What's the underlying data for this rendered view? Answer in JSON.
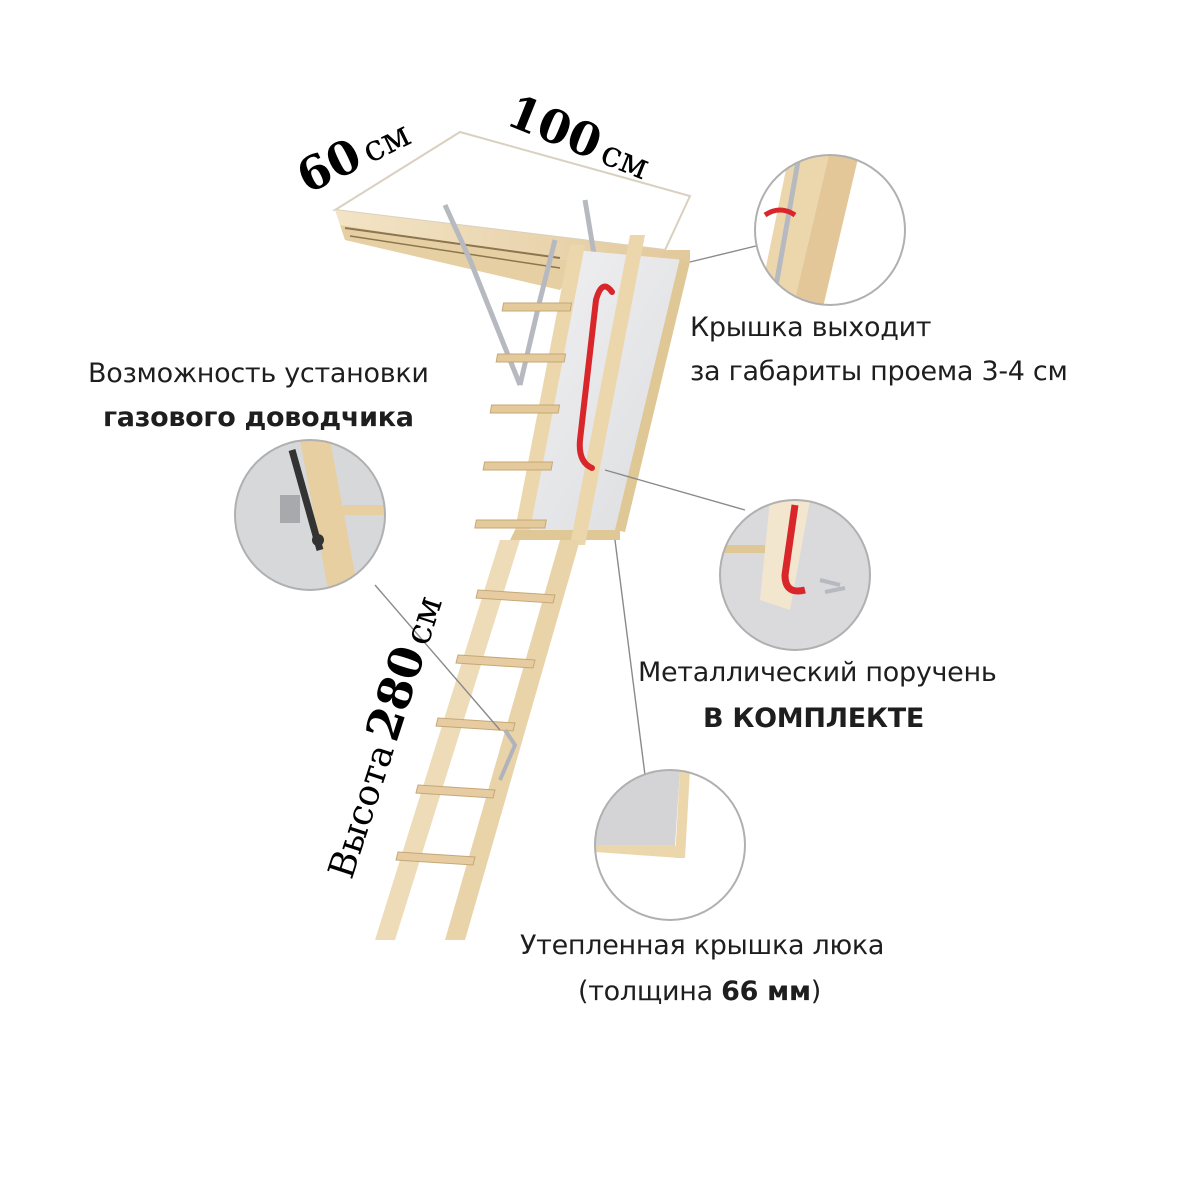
{
  "dimensions": {
    "width": {
      "value": "60",
      "unit": "см"
    },
    "length": {
      "value": "100",
      "unit": "см"
    },
    "height": {
      "prefix": "Высота",
      "value": "280",
      "unit": "см"
    }
  },
  "callouts": {
    "lid_overhang": {
      "line1": "Крышка выходит",
      "line2": "за габариты проема 3-4 см"
    },
    "gas_closer": {
      "line1": "Возможность установки",
      "line2": "газового доводчика"
    },
    "handrail": {
      "line1": "Металлический поручень",
      "line2": "В КОМПЛЕКТЕ"
    },
    "insulated_lid": {
      "line1": "Утепленная крышка люка",
      "line2_open": "(толщина ",
      "line2_bold": "66 мм",
      "line2_close": ")"
    }
  },
  "colors": {
    "wood": "#ecd9b4",
    "wood_dark": "#c9ad7e",
    "panel": "#e9e9ec",
    "handrail": "#d8262a",
    "metal": "#b8bcc2",
    "leader": "#8a8a8a",
    "circle_border": "#b0b0b0"
  }
}
